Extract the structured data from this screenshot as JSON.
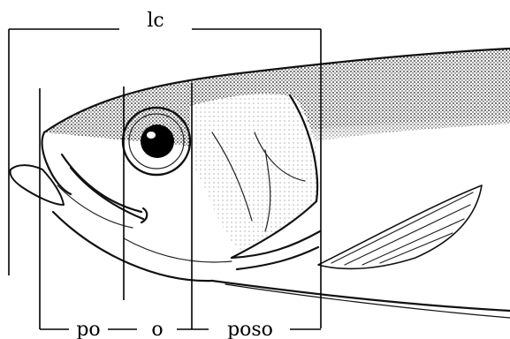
{
  "diagram": {
    "labels": {
      "lc": "lc",
      "po": "po",
      "o": "o",
      "poso": "poso"
    },
    "colors": {
      "ink": "#000000",
      "background": "#ffffff",
      "stipple": "#1a1a1a"
    }
  }
}
